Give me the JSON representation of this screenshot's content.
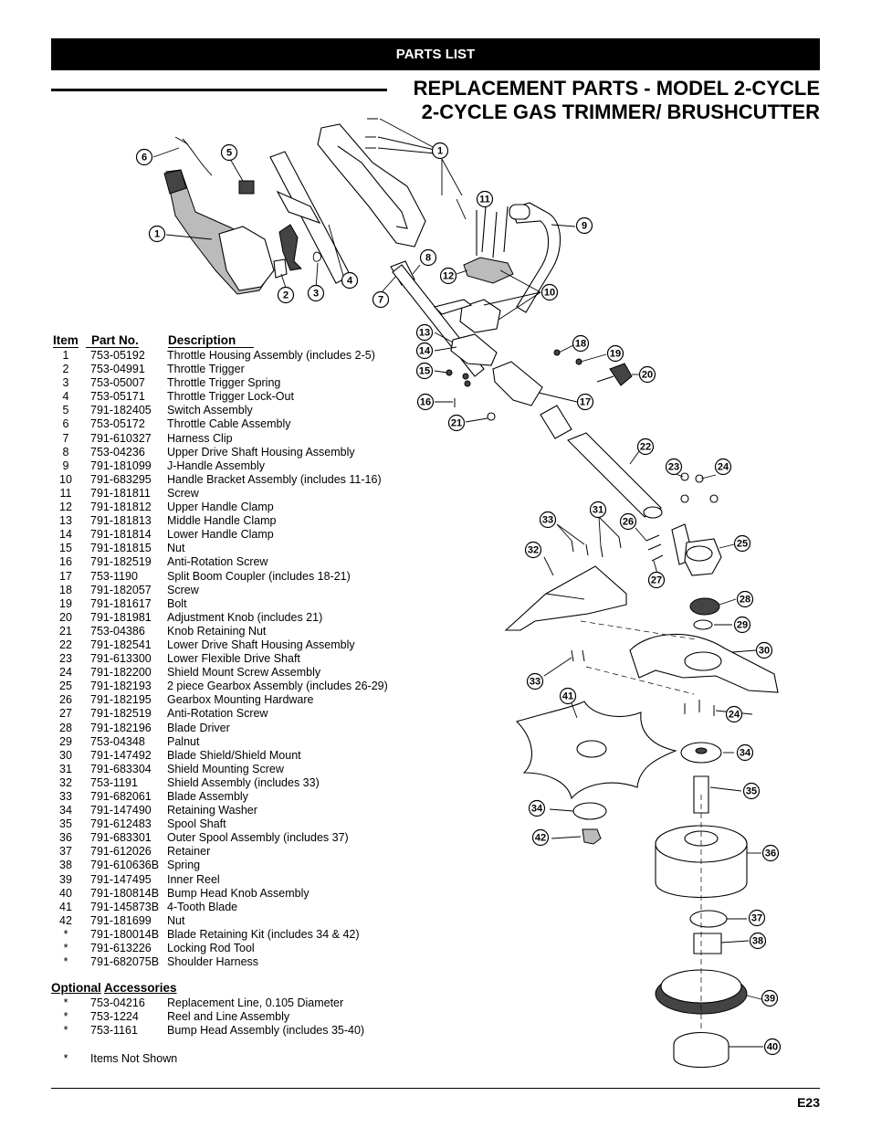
{
  "header": {
    "section": "PARTS LIST"
  },
  "title": {
    "line1": "REPLACEMENT PARTS - MODEL 2-CYCLE",
    "line2": "2-CYCLE GAS TRIMMER/ BRUSHCUTTER"
  },
  "table": {
    "headers": {
      "item": "Item",
      "part": "Part No.",
      "desc": "Description"
    },
    "rows": [
      {
        "item": "1",
        "part": "753-05192",
        "desc": "Throttle Housing Assembly (includes 2-5)"
      },
      {
        "item": "2",
        "part": "753-04991",
        "desc": "Throttle Trigger"
      },
      {
        "item": "3",
        "part": "753-05007",
        "desc": "Throttle Trigger Spring"
      },
      {
        "item": "4",
        "part": "753-05171",
        "desc": "Throttle Trigger Lock-Out"
      },
      {
        "item": "5",
        "part": "791-182405",
        "desc": "Switch Assembly"
      },
      {
        "item": "6",
        "part": "753-05172",
        "desc": "Throttle Cable Assembly"
      },
      {
        "item": "7",
        "part": "791-610327",
        "desc": "Harness Clip"
      },
      {
        "item": "8",
        "part": "753-04236",
        "desc": "Upper Drive Shaft Housing Assembly"
      },
      {
        "item": "9",
        "part": "791-181099",
        "desc": "J-Handle Assembly"
      },
      {
        "item": "10",
        "part": "791-683295",
        "desc": "Handle Bracket Assembly (includes 11-16)"
      },
      {
        "item": "11",
        "part": "791-181811",
        "desc": "Screw"
      },
      {
        "item": "12",
        "part": "791-181812",
        "desc": "Upper Handle Clamp"
      },
      {
        "item": "13",
        "part": "791-181813",
        "desc": "Middle Handle Clamp"
      },
      {
        "item": "14",
        "part": "791-181814",
        "desc": "Lower Handle Clamp"
      },
      {
        "item": "15",
        "part": "791-181815",
        "desc": "Nut"
      },
      {
        "item": "16",
        "part": "791-182519",
        "desc": "Anti-Rotation Screw"
      },
      {
        "item": "17",
        "part": "753-1190",
        "desc": "Split Boom Coupler (includes 18-21)"
      },
      {
        "item": "18",
        "part": "791-182057",
        "desc": "Screw"
      },
      {
        "item": "19",
        "part": "791-181617",
        "desc": "Bolt"
      },
      {
        "item": "20",
        "part": "791-181981",
        "desc": "Adjustment Knob (includes 21)"
      },
      {
        "item": "21",
        "part": "753-04386",
        "desc": "Knob Retaining Nut"
      },
      {
        "item": "22",
        "part": "791-182541",
        "desc": "Lower Drive Shaft Housing Assembly"
      },
      {
        "item": "23",
        "part": "791-613300",
        "desc": "Lower Flexible Drive Shaft"
      },
      {
        "item": "24",
        "part": "791-182200",
        "desc": "Shield Mount Screw Assembly"
      },
      {
        "item": "25",
        "part": "791-182193",
        "desc": "2 piece Gearbox Assembly (includes 26-29)"
      },
      {
        "item": "26",
        "part": "791-182195",
        "desc": "Gearbox Mounting Hardware"
      },
      {
        "item": "27",
        "part": "791-182519",
        "desc": "Anti-Rotation Screw"
      },
      {
        "item": "28",
        "part": "791-182196",
        "desc": "Blade Driver"
      },
      {
        "item": "29",
        "part": "753-04348",
        "desc": "Palnut"
      },
      {
        "item": "30",
        "part": "791-147492",
        "desc": "Blade Shield/Shield Mount"
      },
      {
        "item": "31",
        "part": "791-683304",
        "desc": "Shield Mounting Screw"
      },
      {
        "item": "32",
        "part": "753-1191",
        "desc": "Shield Assembly (includes 33)"
      },
      {
        "item": "33",
        "part": "791-682061",
        "desc": "Blade Assembly"
      },
      {
        "item": "34",
        "part": "791-147490",
        "desc": "Retaining Washer"
      },
      {
        "item": "35",
        "part": "791-612483",
        "desc": "Spool Shaft"
      },
      {
        "item": "36",
        "part": "791-683301",
        "desc": "Outer Spool Assembly (includes 37)"
      },
      {
        "item": "37",
        "part": "791-612026",
        "desc": "Retainer"
      },
      {
        "item": "38",
        "part": "791-610636B",
        "desc": "Spring"
      },
      {
        "item": "39",
        "part": "791-147495",
        "desc": "Inner Reel"
      },
      {
        "item": "40",
        "part": "791-180814B",
        "desc": "Bump Head Knob Assembly"
      },
      {
        "item": "41",
        "part": "791-145873B",
        "desc": "4-Tooth Blade"
      },
      {
        "item": "42",
        "part": "791-181699",
        "desc": "Nut"
      },
      {
        "item": "*",
        "part": "791-180014B",
        "desc": "Blade Retaining Kit (includes 34 & 42)"
      },
      {
        "item": "*",
        "part": "791-613226",
        "desc": "Locking Rod Tool"
      },
      {
        "item": "*",
        "part": "791-682075B",
        "desc": "Shoulder Harness"
      }
    ]
  },
  "optional": {
    "heading_word1": "Optional",
    "heading_word2": "Accessories",
    "rows": [
      {
        "item": "*",
        "part": "753-04216",
        "desc": "Replacement Line, 0.105 Diameter"
      },
      {
        "item": "*",
        "part": "753-1224",
        "desc": "Reel and Line Assembly"
      },
      {
        "item": "*",
        "part": "753-1161",
        "desc": "Bump Head Assembly (includes 35-40)"
      }
    ]
  },
  "note": {
    "mark": "*",
    "text": "Items Not Shown"
  },
  "footer": {
    "page": "E23"
  },
  "callouts": [
    "1",
    "1",
    "2",
    "3",
    "4",
    "5",
    "6",
    "7",
    "8",
    "9",
    "10",
    "11",
    "12",
    "13",
    "14",
    "15",
    "16",
    "17",
    "18",
    "19",
    "20",
    "21",
    "22",
    "23",
    "24",
    "24",
    "25",
    "26",
    "27",
    "28",
    "29",
    "30",
    "31",
    "32",
    "33",
    "33",
    "34",
    "34",
    "35",
    "36",
    "37",
    "38",
    "39",
    "40",
    "41",
    "42"
  ]
}
